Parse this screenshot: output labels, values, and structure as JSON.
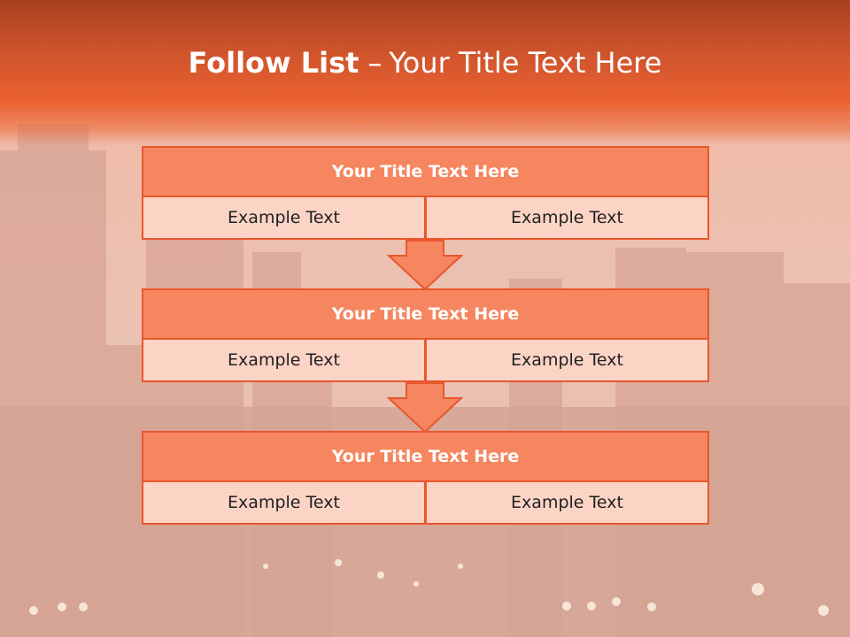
{
  "slide": {
    "title_bold": "Follow List",
    "title_dash": "–",
    "title_rest": "Your Title Text Here"
  },
  "steps": [
    {
      "title": "Your Title Text Here",
      "left": "Example Text",
      "right": "Example Text"
    },
    {
      "title": "Your Title Text Here",
      "left": "Example Text",
      "right": "Example Text"
    },
    {
      "title": "Your Title Text Here",
      "left": "Example Text",
      "right": "Example Text"
    }
  ],
  "colors": {
    "accent": "#ec6231",
    "header_fill": "#f5865f",
    "cell_fill": "#fcd4c6",
    "border": "#e8572d"
  },
  "icons": {
    "connector": "down-arrow-icon"
  }
}
